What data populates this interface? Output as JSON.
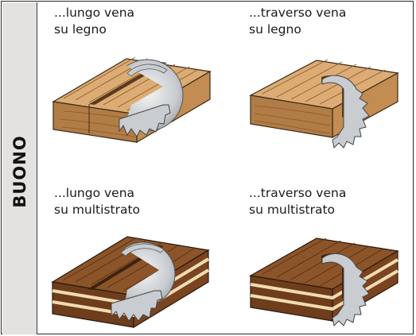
{
  "side_label": "BUONO",
  "panels": [
    {
      "line1": "...lungo vena",
      "line2": "su legno",
      "illustration": "saw-blade-cutting-solid-wood-along-grain"
    },
    {
      "line1": "...traverso vena",
      "line2": "su legno",
      "illustration": "saw-blade-cutting-solid-wood-across-grain"
    },
    {
      "line1": "...lungo vena",
      "line2": "su multistrato",
      "illustration": "saw-blade-cutting-plywood-along-grain"
    },
    {
      "line1": "...traverso vena",
      "line2": "su multistrato",
      "illustration": "saw-blade-cutting-plywood-across-grain"
    }
  ],
  "colors": {
    "sidebar": "#e3e2e0",
    "wood_top": "#d9aa74",
    "wood_front": "#c08a52",
    "wood_end": "#b07a45",
    "plywood_top": "#8a5228",
    "plywood_dark": "#6e3d1c",
    "plywood_light": "#f1dcb2",
    "blade": "#c9cdd1"
  }
}
